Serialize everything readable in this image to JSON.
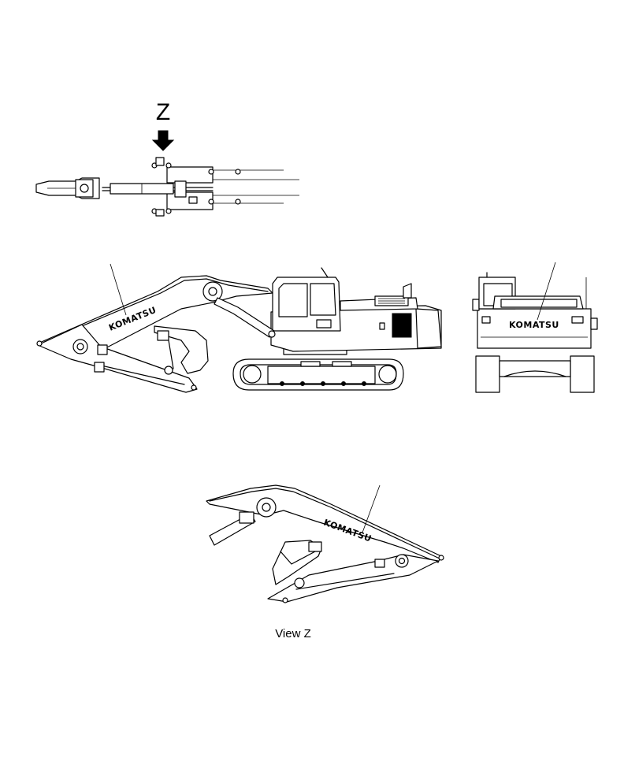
{
  "view_marker": {
    "letter": "Z",
    "arrow_icon": "down-arrow-icon"
  },
  "brand": {
    "logo_text": "KOMATSU"
  },
  "caption": {
    "view_label": "View Z"
  }
}
